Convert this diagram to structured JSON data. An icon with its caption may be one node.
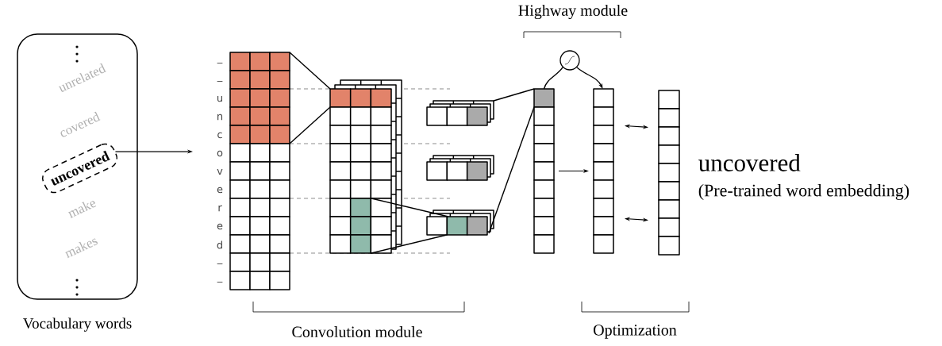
{
  "diagram": {
    "nodes": [
      {
        "text": [
          "Vocabulary words"
        ]
      },
      {
        "text": [
          "uncovered"
        ],
        "in": 0
      },
      {
        "text": [],
        "shape": "grid",
        "beside": [
          "_",
          "_",
          "u",
          "n",
          "c",
          "o",
          "v",
          "e",
          "r",
          "e",
          "d",
          "_",
          "_"
        ]
      },
      {
        "text": [],
        "shape": "grid"
      },
      {
        "text": [],
        "shape": "grid"
      },
      {
        "text": [],
        "shape": "grid"
      },
      {
        "text": [],
        "shape": "grid"
      },
      {
        "text": [],
        "shape": "grid"
      },
      {
        "text": [],
        "shape": "circle"
      },
      {
        "text": [],
        "shape": "grid"
      },
      {
        "text": [],
        "shape": "grid"
      }
    ],
    "edges": [
      {
        "from": 1,
        "to": 2,
        "arrow": "to"
      },
      {
        "from": 2,
        "to": 3,
        "arrow": "none"
      },
      {
        "from": 2,
        "to": 3,
        "arrow": "none"
      },
      {
        "from": 3,
        "to": 6,
        "arrow": "none"
      },
      {
        "from": 3,
        "to": 6,
        "arrow": "none"
      },
      {
        "from": 4,
        "to": 7,
        "arrow": "none"
      },
      {
        "from": 6,
        "to": 7,
        "arrow": "none"
      },
      {
        "from": 7,
        "to": 8,
        "arrow": "none"
      },
      {
        "from": 8,
        "to": 9,
        "arrow": "to"
      },
      {
        "from": 7,
        "to": 9,
        "arrow": "to"
      },
      {
        "from": 9,
        "to": 10,
        "arrow": "both"
      },
      {
        "from": 9,
        "to": 10,
        "arrow": "both"
      }
    ],
    "labels": [
      "unrelated",
      "covered",
      "make",
      "makes",
      "Highway module",
      "uncovered",
      "(Pre-trained word embedding)",
      "Convolution module",
      "Optimization"
    ]
  }
}
